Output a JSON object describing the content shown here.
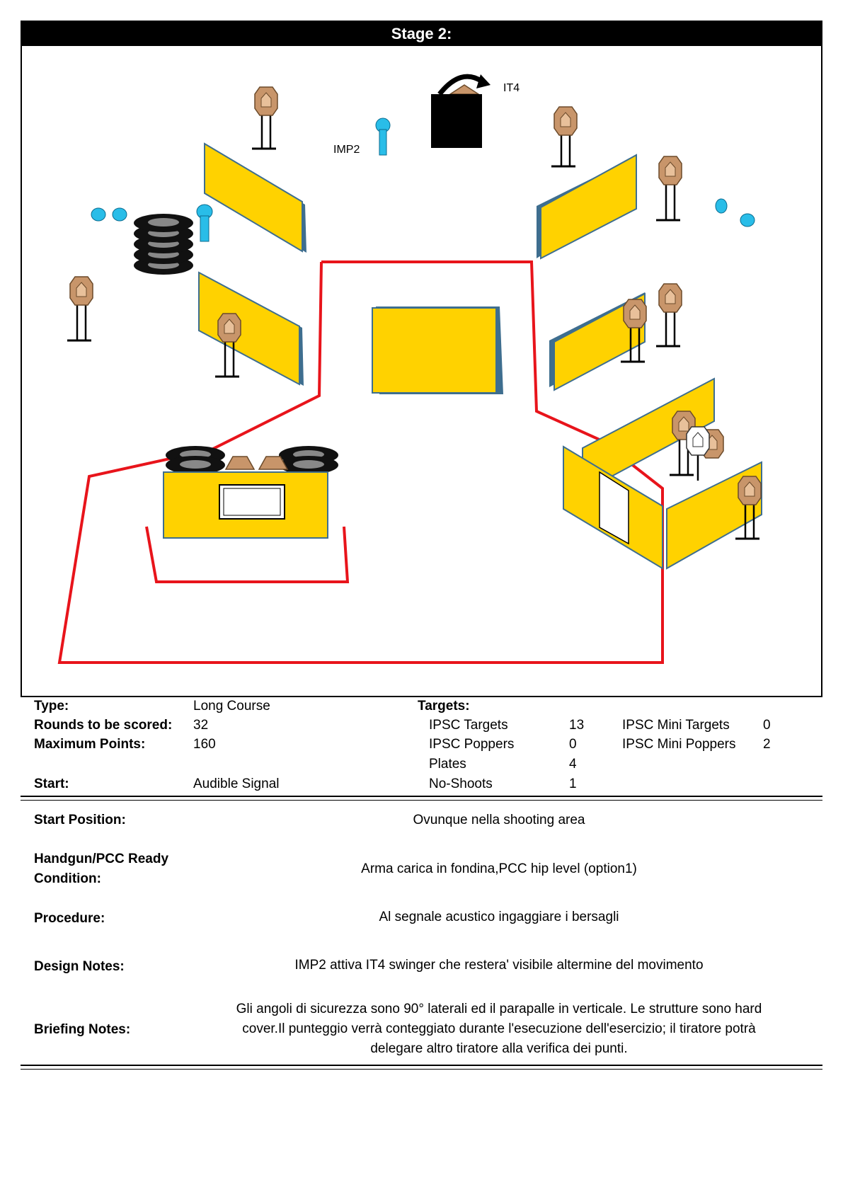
{
  "stage_title": "Stage 2:",
  "diagram": {
    "labels": {
      "it4": "IT4",
      "imp2": "IMP2"
    }
  },
  "info": {
    "type_label": "Type:",
    "type_value": "Long Course",
    "rounds_label": "Rounds to be scored:",
    "rounds_value": "32",
    "max_points_label": "Maximum Points:",
    "max_points_value": "160",
    "start_label": "Start:",
    "start_value": "Audible Signal",
    "targets_label": "Targets:",
    "targets": [
      {
        "name": "IPSC Targets",
        "count": "13"
      },
      {
        "name": "IPSC Poppers",
        "count": "0"
      },
      {
        "name": "Plates",
        "count": "4"
      },
      {
        "name": "No-Shoots",
        "count": "1"
      }
    ],
    "mini_targets": [
      {
        "name": "IPSC Mini Targets",
        "count": "0"
      },
      {
        "name": "IPSC Mini Poppers",
        "count": "2"
      }
    ]
  },
  "sections": {
    "start_position": {
      "label": "Start Position:",
      "value": "Ovunque nella shooting area"
    },
    "ready_condition": {
      "label_line1": "Handgun/PCC Ready",
      "label_line2": "Condition:",
      "value": "Arma carica in fondina,PCC hip level (option1)"
    },
    "procedure": {
      "label": "Procedure:",
      "value": "Al segnale acustico ingaggiare i bersagli"
    },
    "design_notes": {
      "label": "Design Notes:",
      "value": "IMP2 attiva IT4 swinger che restera' visibile altermine del movimento"
    },
    "briefing_notes": {
      "label": "Briefing Notes:",
      "line1": "Gli angoli di sicurezza sono 90° laterali ed il parapalle in verticale. Le strutture sono hard",
      "line2": "cover.Il punteggio verrà conteggiato durante l'esecuzione dell'esercizio; il tiratore potrà",
      "line3": "delegare altro tiratore alla verifica  dei punti."
    }
  },
  "colors": {
    "wall_yellow": "#FFD200",
    "wall_edge": "#3E6E8F",
    "fault_line": "#E8141B",
    "target_tan": "#C8956A",
    "popper_blue": "#29BDE8"
  }
}
